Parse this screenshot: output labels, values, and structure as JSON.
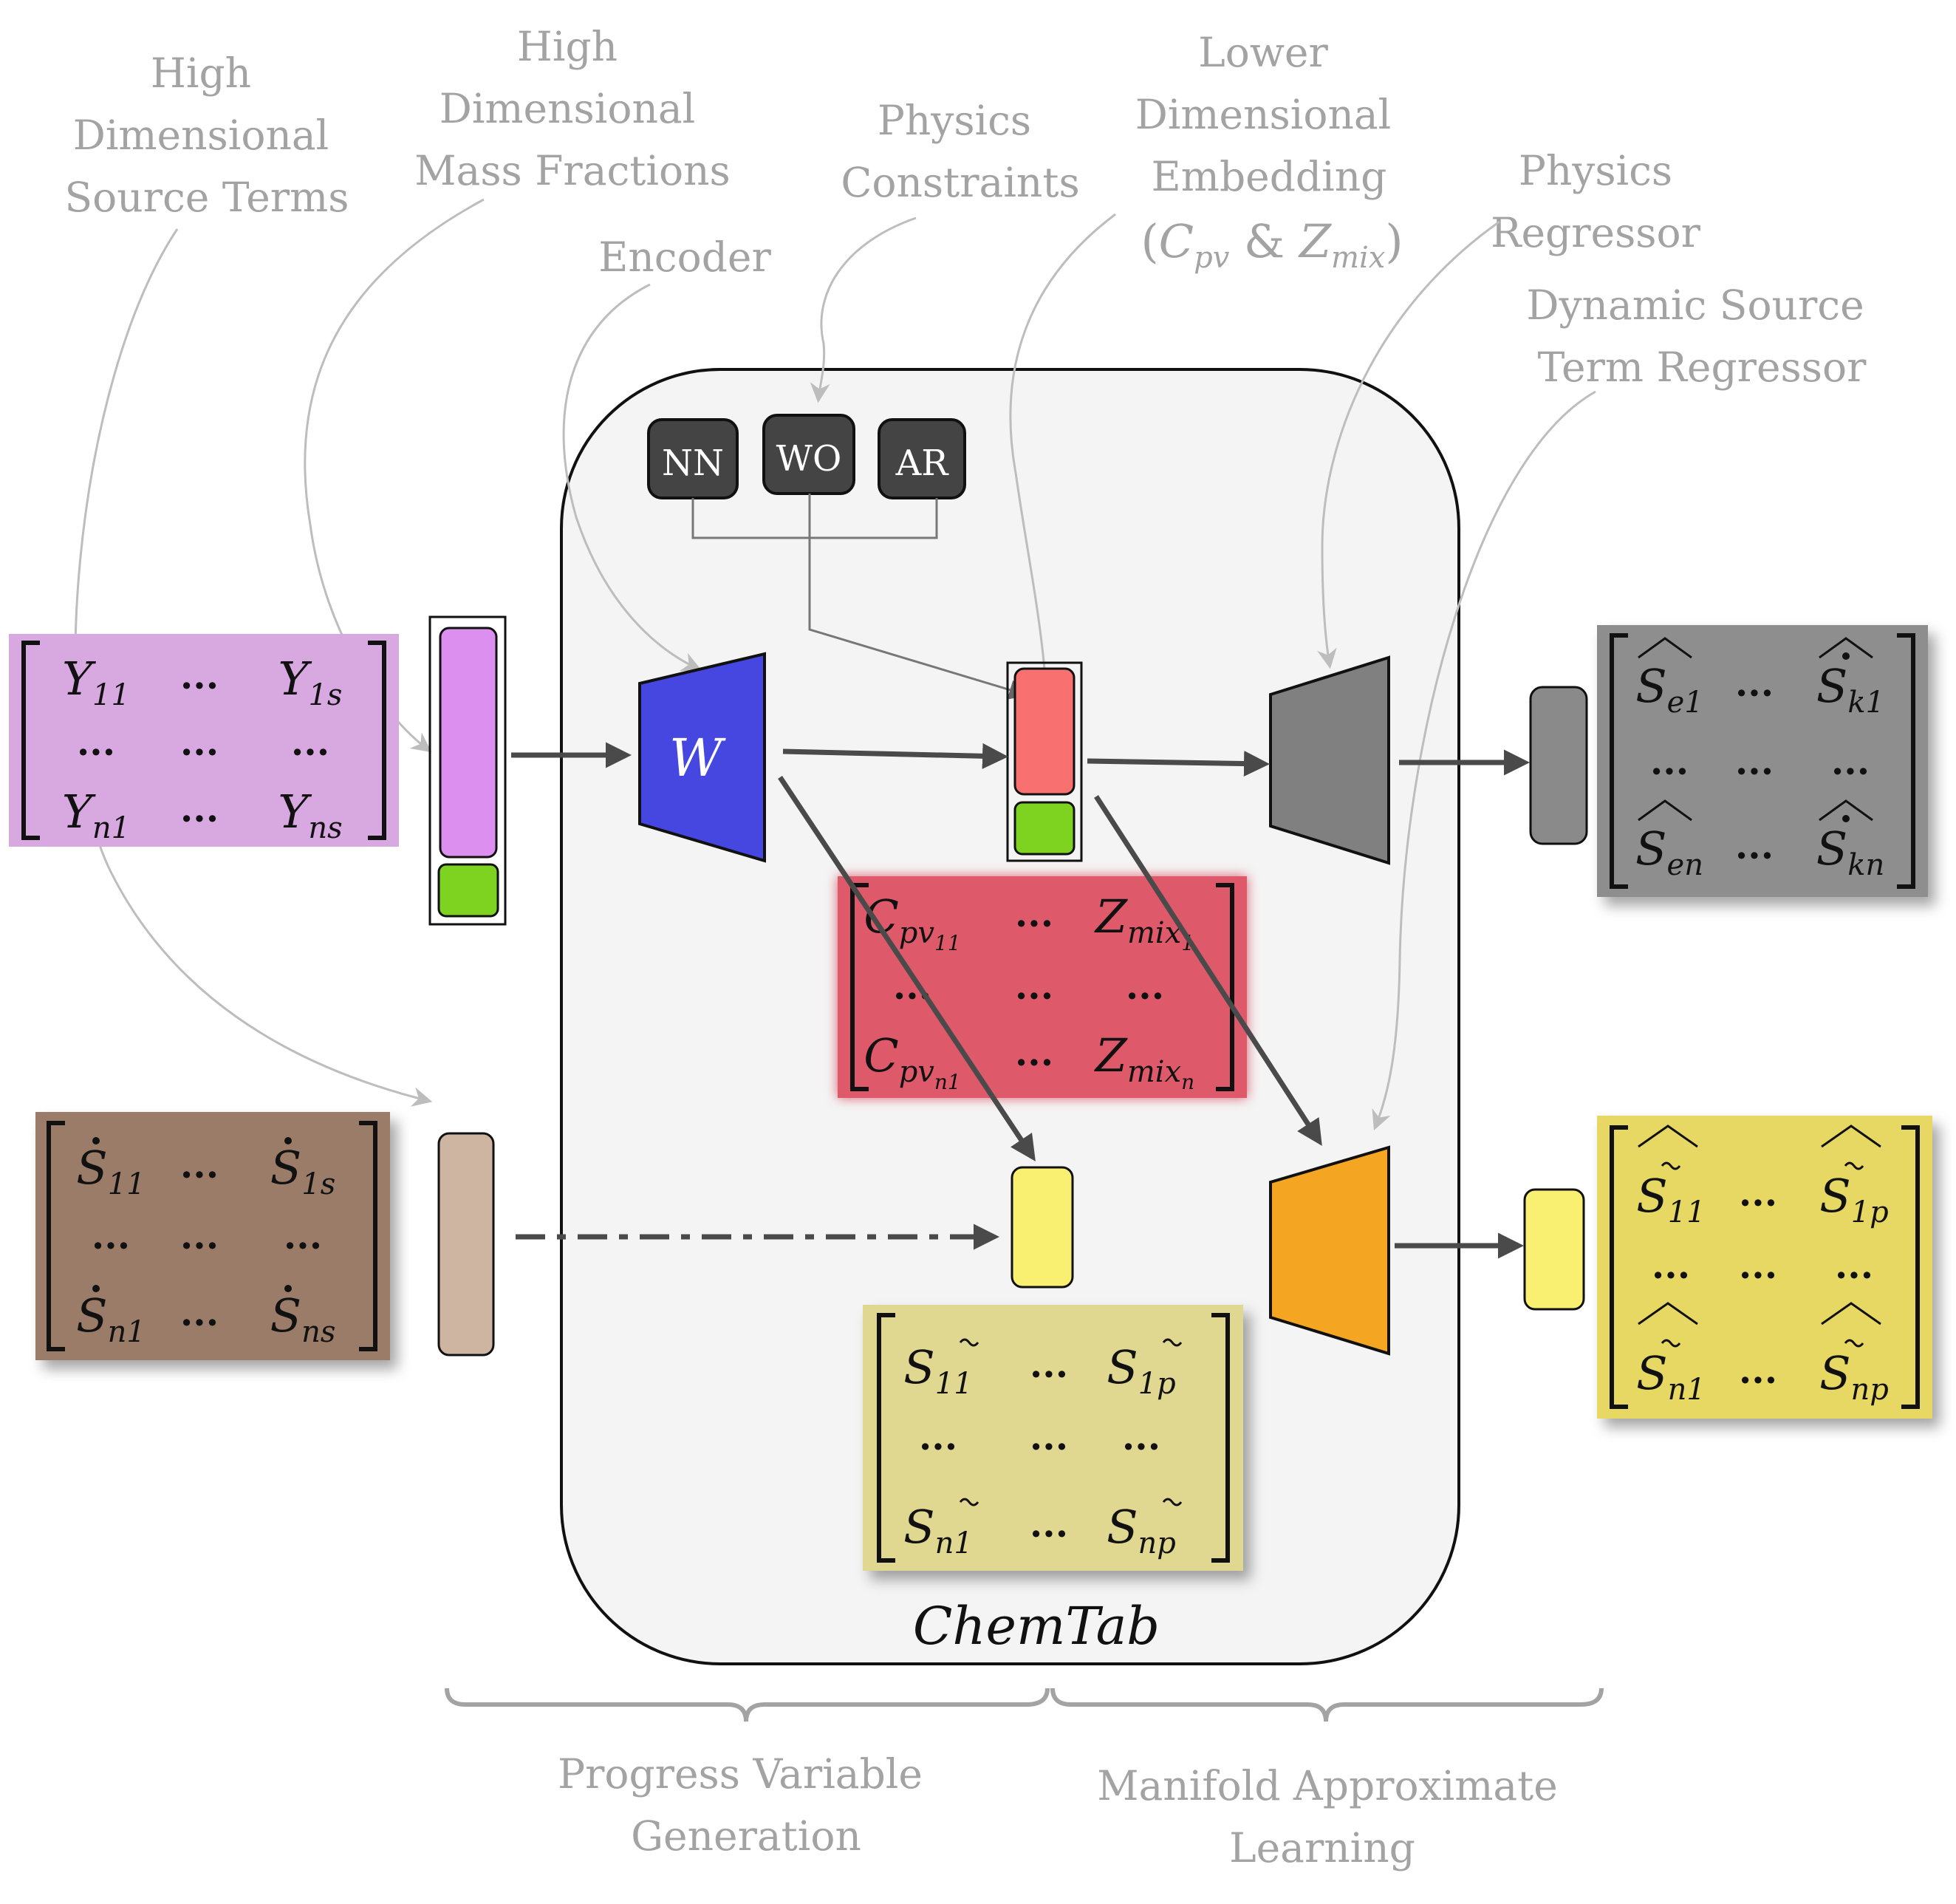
{
  "callouts": {
    "source_terms": [
      "High",
      "Dimensional",
      "Source Terms"
    ],
    "mass_fractions": [
      "High",
      "Dimensional",
      "Mass Fractions"
    ],
    "encoder": [
      "Encoder"
    ],
    "physics_constraints": [
      "Physics",
      "Constraints"
    ],
    "embedding": [
      "Lower",
      "Dimensional",
      "Embedding"
    ],
    "embedding_math": {
      "open": "(",
      "c": "C",
      "c_sub": "pv",
      "amp": " & ",
      "z": "Z",
      "z_sub": "mix",
      "close": ")"
    },
    "physics_regressor": [
      "Physics",
      "Regressor"
    ],
    "dynamic_regressor": [
      "Dynamic Source",
      "Term Regressor"
    ]
  },
  "constraints": [
    "NN",
    "WO",
    "AR"
  ],
  "encoder_symbol": "W",
  "chemtab_label": "ChemTab",
  "braces": {
    "left": [
      "Progress Variable",
      "Generation"
    ],
    "right": [
      "Manifold Approximate",
      "Learning"
    ]
  },
  "ellipsis": "...",
  "matrices": {
    "mass_fractions": {
      "top_left": "Y",
      "top_left_sub": "11",
      "top_right": "Y",
      "top_right_sub": "1s",
      "bottom_left": "Y",
      "bottom_left_sub": "n1",
      "bottom_right": "Y",
      "bottom_right_sub": "ns"
    },
    "source_terms": {
      "top_left": "S",
      "top_left_sub": "11",
      "top_right": "S",
      "top_right_sub": "1s",
      "bottom_left": "S",
      "bottom_left_sub": "n1",
      "bottom_right": "S",
      "bottom_right_sub": "ns"
    },
    "embedding": {
      "top_left": "C",
      "top_left_sub": "pv",
      "top_left_subsub": "11",
      "top_right": "Z",
      "top_right_sub": "mix",
      "top_right_subsub": "1",
      "bottom_left": "C",
      "bottom_left_sub": "pv",
      "bottom_left_subsub": "n1",
      "bottom_right": "Z",
      "bottom_right_sub": "mix",
      "bottom_right_subsub": "n"
    },
    "pv_source": {
      "top_left": "S",
      "top_left_sub": "11",
      "top_right": "S",
      "top_right_sub": "1p",
      "bottom_left": "S",
      "bottom_left_sub": "n1",
      "bottom_right": "S",
      "bottom_right_sub": "np"
    },
    "physics_out": {
      "top_left": "S",
      "top_left_sub": "e1",
      "top_right": "S",
      "top_right_sub": "k1",
      "bottom_left": "S",
      "bottom_left_sub": "en",
      "bottom_right": "S",
      "bottom_right_sub": "kn"
    },
    "dynamic_out": {
      "top_left": "S",
      "top_left_sub": "11",
      "top_right": "S",
      "top_right_sub": "1p",
      "bottom_left": "S",
      "bottom_left_sub": "n1",
      "bottom_right": "S",
      "bottom_right_sub": "np"
    }
  },
  "colors": {
    "mass_fraction_matrix": "#d8a8e0",
    "source_term_matrix": "#9a7b68",
    "embedding_matrix": "#de5a6a",
    "pv_source_matrix": "#e0d890",
    "physics_out_matrix": "#8e8e8e",
    "dynamic_out_matrix": "#e6d862",
    "encoder": "#4646e0",
    "physics_regressor": "#808080",
    "dynamic_regressor": "#f4a623",
    "embedding_bar": "#f87070",
    "green_cell": "#7ed321",
    "yellow_cell": "#f9ef70",
    "chemtab_panel": "#f4f4f4"
  }
}
